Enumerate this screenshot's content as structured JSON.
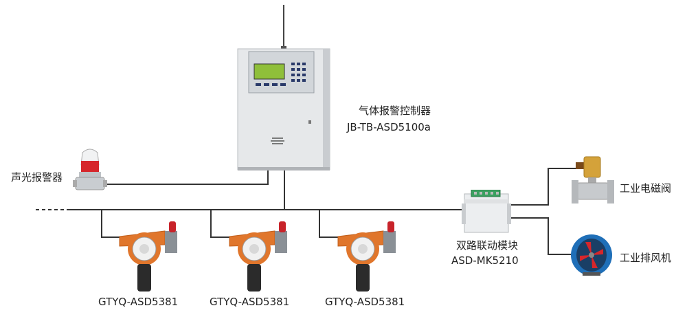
{
  "controller": {
    "name": "气体报警控制器",
    "model": "JB-TB-ASD5100a"
  },
  "alarm": {
    "name": "声光报警器"
  },
  "module": {
    "name": "双路联动模块",
    "model": "ASD-MK5210"
  },
  "valve": {
    "name": "工业电磁阀"
  },
  "fan": {
    "name": "工业排风机"
  },
  "detectors": [
    {
      "model": "GTYQ-ASD5381"
    },
    {
      "model": "GTYQ-ASD5381"
    },
    {
      "model": "GTYQ-ASD5381"
    }
  ],
  "colors": {
    "wire": "#333333",
    "cabinet": "#e6e8ea",
    "detector_orange": "#e0762c",
    "fan_blue": "#1f6fb8"
  }
}
